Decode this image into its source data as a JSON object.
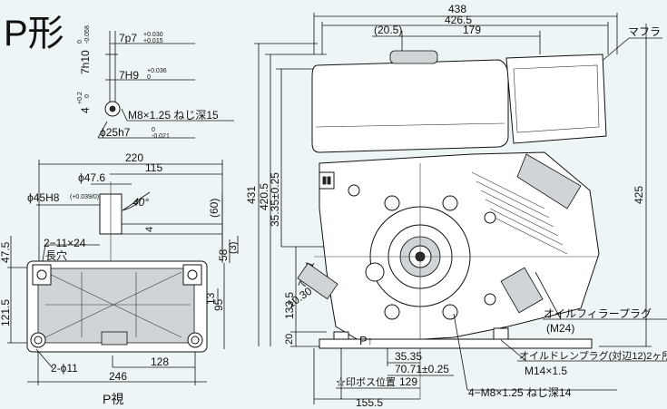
{
  "title": "P形",
  "view_label": "P視",
  "shaft": {
    "key_width": "7p7",
    "key_width_tol_upper": "+0.030",
    "key_width_tol_lower": "+0.015",
    "key_depth": "7h10",
    "key_depth_tol_upper": "0",
    "key_depth_tol_lower": "-0.058",
    "hole_fit": "7H9",
    "hole_fit_tol_upper": "+0.036",
    "hole_fit_tol_lower": "0",
    "hole_depth": "4",
    "hole_depth_tol_upper": "+0.2",
    "hole_depth_tol_lower": "0",
    "thread_label": "M8×1.25 ねじ深15",
    "diameter": "ϕ25h7",
    "diameter_tol_upper": "0",
    "diameter_tol_lower": "-0.021"
  },
  "bottom_view": {
    "dim_220": "220",
    "dim_115": "115",
    "dim_47_6": "ϕ47.6",
    "dim_45h8": "ϕ45H8",
    "dim_45h8_tol": "(+0.039/0)",
    "angle_40": "40°",
    "dim_4": "4",
    "dim_60": "(60)",
    "slot_label": "2−11×24",
    "slot_note": "長穴",
    "dim_47_5": "47.5",
    "dim_121_5": "121.5",
    "dim_58": "58",
    "dim_3": "(3)",
    "dim_13": "13",
    "dim_95": "95",
    "hole_label": "2-ϕ11",
    "dim_246": "246",
    "dim_128": "128"
  },
  "front_view": {
    "dim_438": "438",
    "dim_426_5": "426.5",
    "dim_20_5": "(20.5)",
    "dim_179": "179",
    "muffler_label": "マフラ",
    "dim_431": "431",
    "dim_420_5": "420.5",
    "dim_35_35_tol": "35.35±0.25",
    "dim_425": "425",
    "dim_70_71": "70.71",
    "dim_10_30": "10.30",
    "dim_133_5": "133.5",
    "dim_20": "20",
    "p_arrow": "P↑",
    "dim_35_35": "35.35",
    "dim_70_71_tol": "70.71±0.25",
    "boss_label": "☆印ボス位置",
    "dim_129": "129",
    "dim_155_5": "155.5",
    "oil_filler_label": "オイルフィラープラグ",
    "oil_filler_size": "(M24)",
    "oil_drain_label": "オイルドレンプラグ(対辺12)2ヶ所",
    "oil_drain_size": "M14×1.5",
    "mount_thread": "4−M8×1.25 ねじ深14"
  }
}
